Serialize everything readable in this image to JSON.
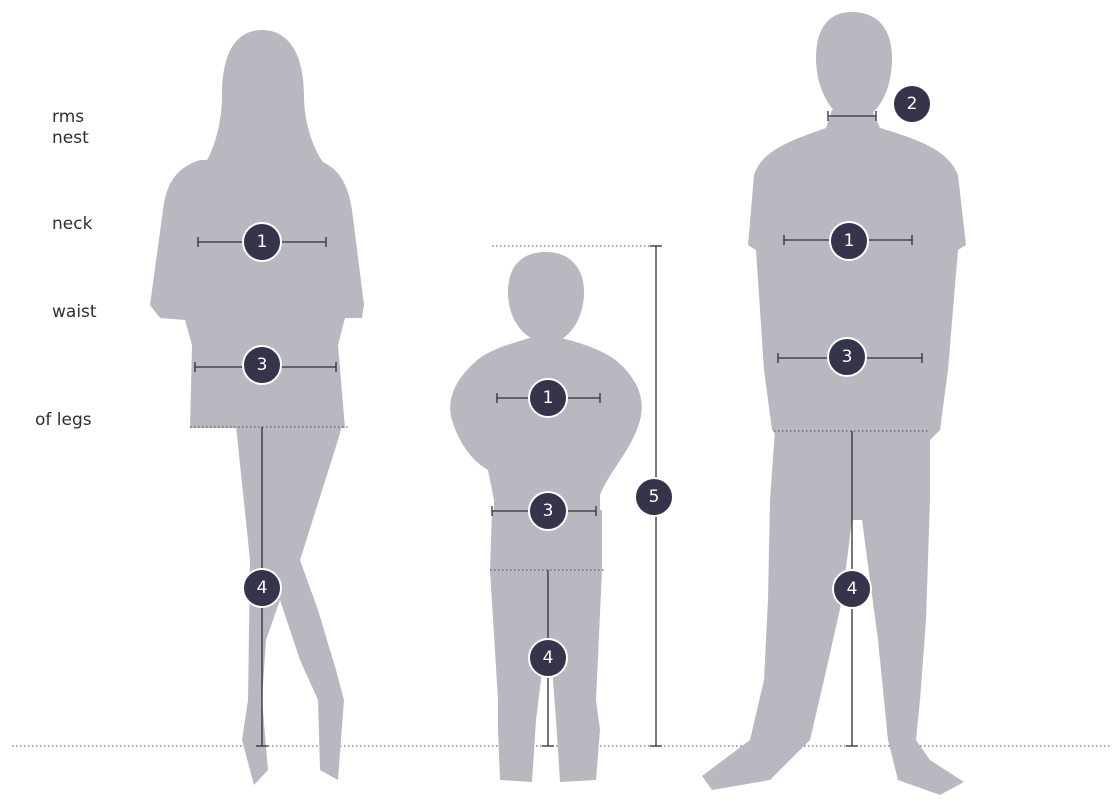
{
  "legend": {
    "line1": "rms",
    "line2": "nest",
    "line3": "neck",
    "line4": "waist",
    "line5": "of legs"
  },
  "badges": {
    "woman_chest": "1",
    "woman_waist": "3",
    "woman_legs": "4",
    "child_chest": "1",
    "child_waist": "3",
    "child_legs": "4",
    "child_height": "5",
    "man_neck": "2",
    "man_chest": "1",
    "man_waist": "3",
    "man_legs": "4"
  },
  "colors": {
    "silhouette": "#b8b8c0",
    "badge": "#34344a",
    "line": "#2e2e3a"
  }
}
